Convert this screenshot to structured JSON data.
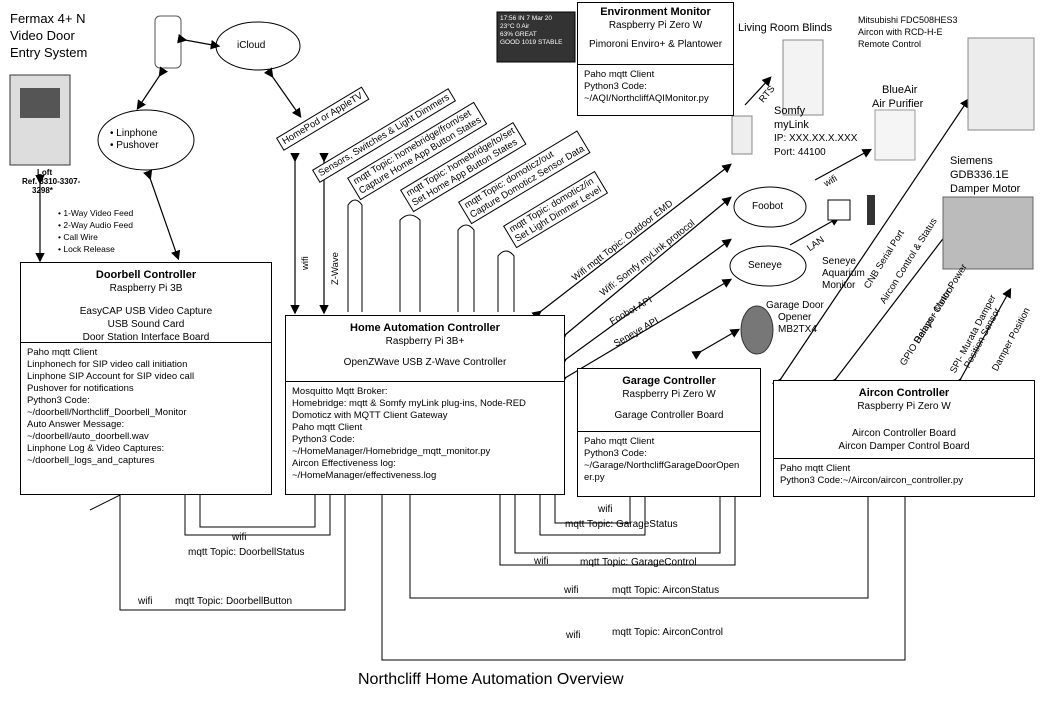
{
  "title": "Northcliff Home Automation Overview",
  "fermax": {
    "line1": "Fermax 4+ N",
    "line2": "Video Door",
    "line3": "Entry System",
    "loft": "Loft",
    "ref": "Ref. 3310-3307-",
    "ref2": "3298*"
  },
  "icloud": "iCloud",
  "linphone": {
    "a": "Linphone",
    "b": "Pushover"
  },
  "feeds": [
    "1-Way Video Feed",
    "2-Way Audio Feed",
    "Call Wire",
    "Lock Release"
  ],
  "doorbell": {
    "title": "Doorbell Controller",
    "sub": "Raspberry Pi 3B",
    "hw": [
      "EasyCAP USB Video Capture",
      "USB Sound Card",
      "Door Station Interface Board"
    ],
    "sw": [
      "Paho mqtt Client",
      "Linphonech for SIP video call initiation",
      "Linphone SIP Account for SIP video call",
      "Pushover for notifications",
      "Python3 Code:",
      "~/doorbell/Northcliff_Doorbell_Monitor",
      "Auto Answer Message:",
      "~/doorbell/auto_doorbell.wav",
      "Linphone Log & Video Captures:",
      "~/doorbell_logs_and_captures"
    ]
  },
  "home": {
    "title": "Home Automation Controller",
    "sub": "Raspberry Pi 3B+",
    "hw": [
      "OpenZWave USB Z-Wave Controller"
    ],
    "sw": [
      "Mosquitto Mqtt Broker:",
      "Homebridge: mqtt & Somfy myLink plug-ins, Node-RED",
      "Domoticz with MQTT Client Gateway",
      "Paho mqtt Client",
      "Python3 Code:",
      "~/HomeManager/Homebridge_mqtt_monitor.py",
      "Aircon Effectiveness log:",
      "~/HomeManager/effectiveness.log"
    ]
  },
  "env": {
    "title": "Environment Monitor",
    "sub": "Raspberry Pi Zero W",
    "hw": [
      "Pimoroni Enviro+ & Plantower"
    ],
    "sw": [
      "Paho mqtt Client",
      "Python3 Code:",
      "~/AQI/NorthcliffAQIMonitor.py"
    ]
  },
  "garage": {
    "title": "Garage Controller",
    "sub": "Raspberry Pi Zero W",
    "hw": [
      "Garage Controller Board"
    ],
    "sw": [
      "Paho mqtt Client",
      "Python3 Code:",
      "~/Garage/NorthcliffGarageDoorOpen",
      "er.py"
    ]
  },
  "aircon": {
    "title": "Aircon Controller",
    "sub": "Raspberry Pi Zero W",
    "hw": [
      "Aircon Controller Board",
      "Aircon Damper Control Board"
    ],
    "sw": [
      "Paho mqtt Client",
      "Python3 Code:~/Aircon/aircon_controller.py"
    ]
  },
  "tags": [
    "HomePod or AppleTV",
    "Sensors, Switches & Light Dimmers",
    "mqtt Topic: homebridge/from/set",
    "Capture Home App Button States",
    "mqtt Topic: homebridge/to/set",
    "Set Home App Button States",
    "mqtt Topic: domoticz/out",
    "Capture Domoticz Sensor Data",
    "mqtt Topic: domoticz/in",
    "Set Light Dimmer Level"
  ],
  "wifi": "wifi",
  "zwave": "Z-Wave",
  "links": {
    "outdoor": "Wifi mqtt Topic: Outdoor EMD",
    "somfyproto": "Wifi: Somfy myLink protocol",
    "foobotapi": "Foobot API",
    "seneyeapi": "Seneye API",
    "rts": "RTS",
    "lan": "LAN",
    "cnb": "CNB Serial Port",
    "acstatus": "Aircon Control & Status",
    "gpio": "GPIO Relays - Motor Power",
    "damper": "Damper Control",
    "spi": "SPI- Murata Damper",
    "possensor": "Position Sensor",
    "dampos": "Damper Position"
  },
  "devices": {
    "blinds": "Living Room Blinds",
    "somfy": [
      "Somfy",
      "myLink",
      "IP: XXX.XX.X.XXX",
      "Port: 44100"
    ],
    "blueair": [
      "BlueAir",
      "Air Purifier"
    ],
    "mitsubishi": [
      "Mitsubishi FDC508HES3",
      "Aircon with RCD-H-E",
      "Remote Control"
    ],
    "siemens": [
      "Siemens",
      "GDB336.1E",
      "Damper Motor"
    ],
    "foobot": "Foobot",
    "seneye": "Seneye",
    "seneyelabel": [
      "Seneye",
      "Aquarium",
      "Monitor"
    ],
    "garagedoor": [
      "Garage Door",
      "Opener",
      "MB2TX4"
    ]
  },
  "envdisplay": [
    "17:56 IN",
    "23°C",
    "63%",
    "GOOD",
    "7 Mar 20",
    "0 Air",
    "GREAT",
    "1019",
    "STABLE"
  ],
  "topics": {
    "dbstatus": "mqtt Topic: DoorbellStatus",
    "dbbutton": "mqtt Topic: DoorbellButton",
    "gstatus": "mqtt Topic: GarageStatus",
    "gcontrol": "mqtt Topic: GarageControl",
    "astatus": "mqtt Topic: AirconStatus",
    "acontrol": "mqtt Topic: AirconControl"
  }
}
